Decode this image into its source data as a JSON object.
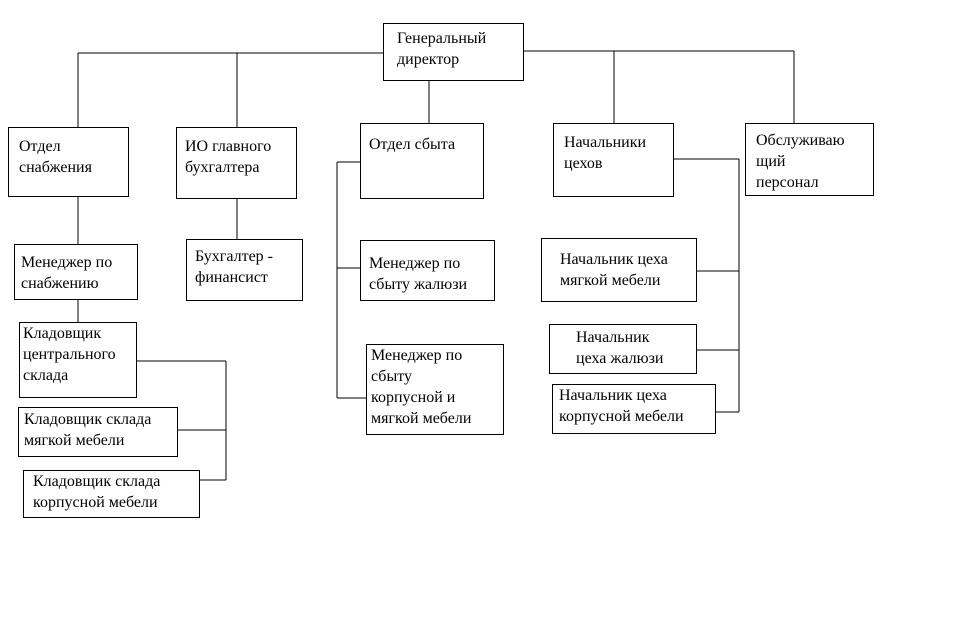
{
  "org_chart": {
    "director": "Генеральный\nдиректор",
    "supply": {
      "department": "Отдел\nснабжения",
      "manager": "Менеджер по\nснабжению",
      "central_storekeeper": "Кладовщик\nцентрального\nсклада",
      "soft_storekeeper": "Кладовщик склада\nмягкой мебели",
      "case_storekeeper": "Кладовщик склада\nкорпусной мебели"
    },
    "accounting": {
      "acting_chief": "ИО главного\nбухгалтера",
      "financial_accountant": "Бухгалтер -\nфинансист"
    },
    "sales": {
      "department": "Отдел сбыта",
      "blinds_manager": "Менеджер по\nсбыту жалюзи",
      "furniture_manager": "Менеджер по\nсбыту\nкорпусной и\nмягкой мебели"
    },
    "workshops": {
      "heads": "Начальники\nцехов",
      "soft_furniture_head": "Начальник цеха\nмягкой мебели",
      "blinds_head": "Начальник\nцеха жалюзи",
      "case_furniture_head": "Начальник цеха\nкорпусной мебели"
    },
    "service_staff": "Обслуживаю\nщий\nперсонал"
  }
}
